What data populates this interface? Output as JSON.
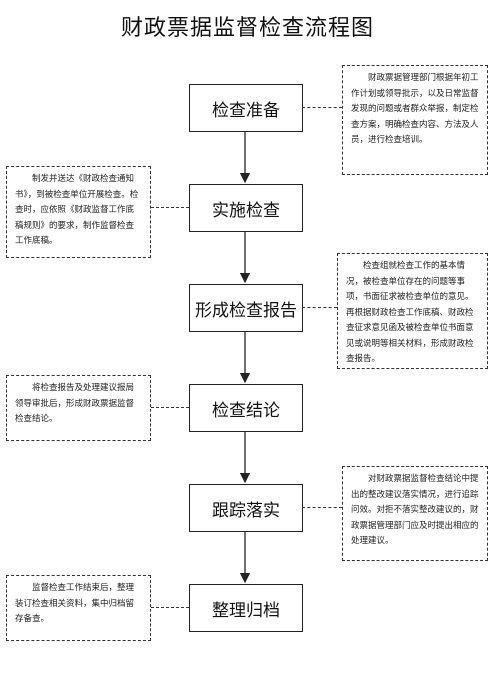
{
  "title": "财政票据监督检查流程图",
  "steps": [
    {
      "label": "检查准备"
    },
    {
      "label": "实施检查"
    },
    {
      "label": "形成检查报告"
    },
    {
      "label": "检查结论"
    },
    {
      "label": "跟踪落实"
    },
    {
      "label": "整理归档"
    }
  ],
  "notes": {
    "prepare": "财政票据管理部门根据年初工作计划或领导批示，以及日常监督发现的问题或者群众举报，制定检查方案，明确检查内容、方法及人员，进行检查培训。",
    "implement": "制发并送达《财政检查通知书》，到被检查单位开展检查。检查时，应依照《财政监督工作底稿规则》的要求，制作监督检查工作底稿。",
    "report": "检查组就检查工作的基本情况，被检查单位存在的问题等事项，书面征求被检查单位的意见。再根据财政检查工作底稿、财政检查征求意见函及被检查单位书面意见或说明等相关材料，形成财政检查报告。",
    "conclusion": "将检查报告及处理建议报局领导审批后，形成财政票据监督检查结论。",
    "followup": "对财政票据监督检查结论中提出的整改建议落实情况，进行追踪问效。对拒不落实整改建议的，财政票据管理部门应及时提出相应的处理建议。",
    "archive": "监督检查工作结束后，整理装订检查相关资料，集中归档留存备查。"
  }
}
